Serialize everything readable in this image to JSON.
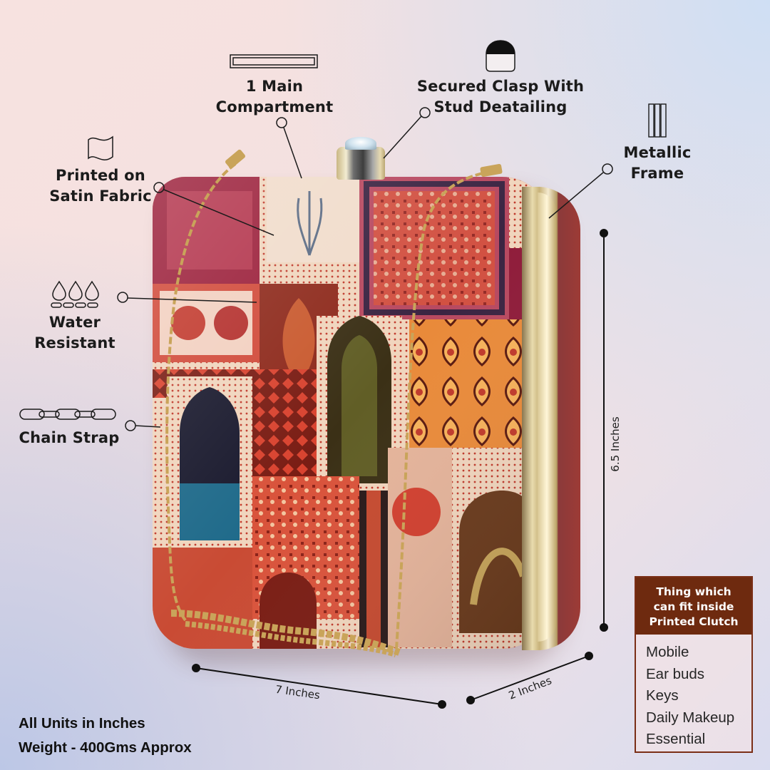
{
  "features": {
    "main_compartment": {
      "line1": "1 Main",
      "line2": "Compartment",
      "icon": "compartment-icon"
    },
    "secured_clasp": {
      "line1": "Secured Clasp With",
      "line2": "Stud Deatailing",
      "icon": "clasp-icon"
    },
    "satin_fabric": {
      "line1": "Printed on",
      "line2": "Satin Fabric",
      "icon": "fabric-flag-icon"
    },
    "metallic_frame": {
      "line1": "Metallic",
      "line2": "Frame",
      "icon": "frame-bars-icon"
    },
    "water_resistant": {
      "line1": "Water",
      "line2": "Resistant",
      "icon": "water-drops-icon"
    },
    "chain_strap": {
      "line1": "Chain Strap",
      "icon": "chain-icon"
    }
  },
  "dimensions": {
    "height": "6.5 Inches",
    "width": "7 Inches",
    "depth": "2 Inches"
  },
  "fits_inside": {
    "title_line1": "Thing which",
    "title_line2": "can fit inside",
    "title_line3": "Printed Clutch",
    "items": [
      "Mobile",
      "Ear buds",
      "Keys",
      "Daily Makeup",
      "Essential"
    ]
  },
  "footer": {
    "units": "All Units in Inches",
    "weight": "Weight - 400Gms Approx"
  },
  "colors": {
    "box_header": "#6e2a0f",
    "box_border": "#7a2e16",
    "text": "#1b1b1b",
    "gold": "#d8c48e"
  }
}
